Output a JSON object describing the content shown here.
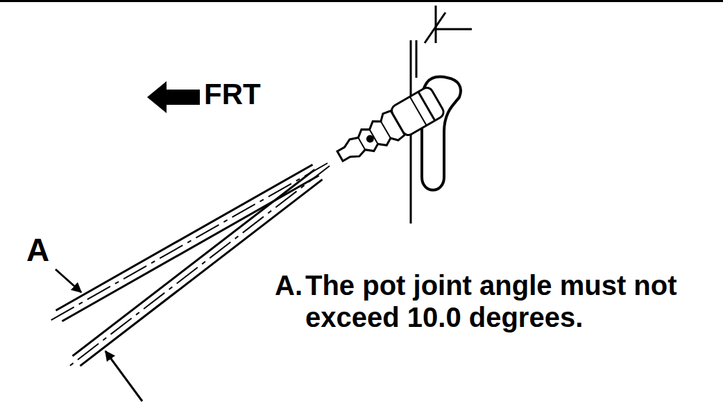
{
  "diagram": {
    "labels": [
      "FRT",
      "A",
      "A.",
      "The pot joint angle must not exceed 10.0 degrees."
    ]
  }
}
